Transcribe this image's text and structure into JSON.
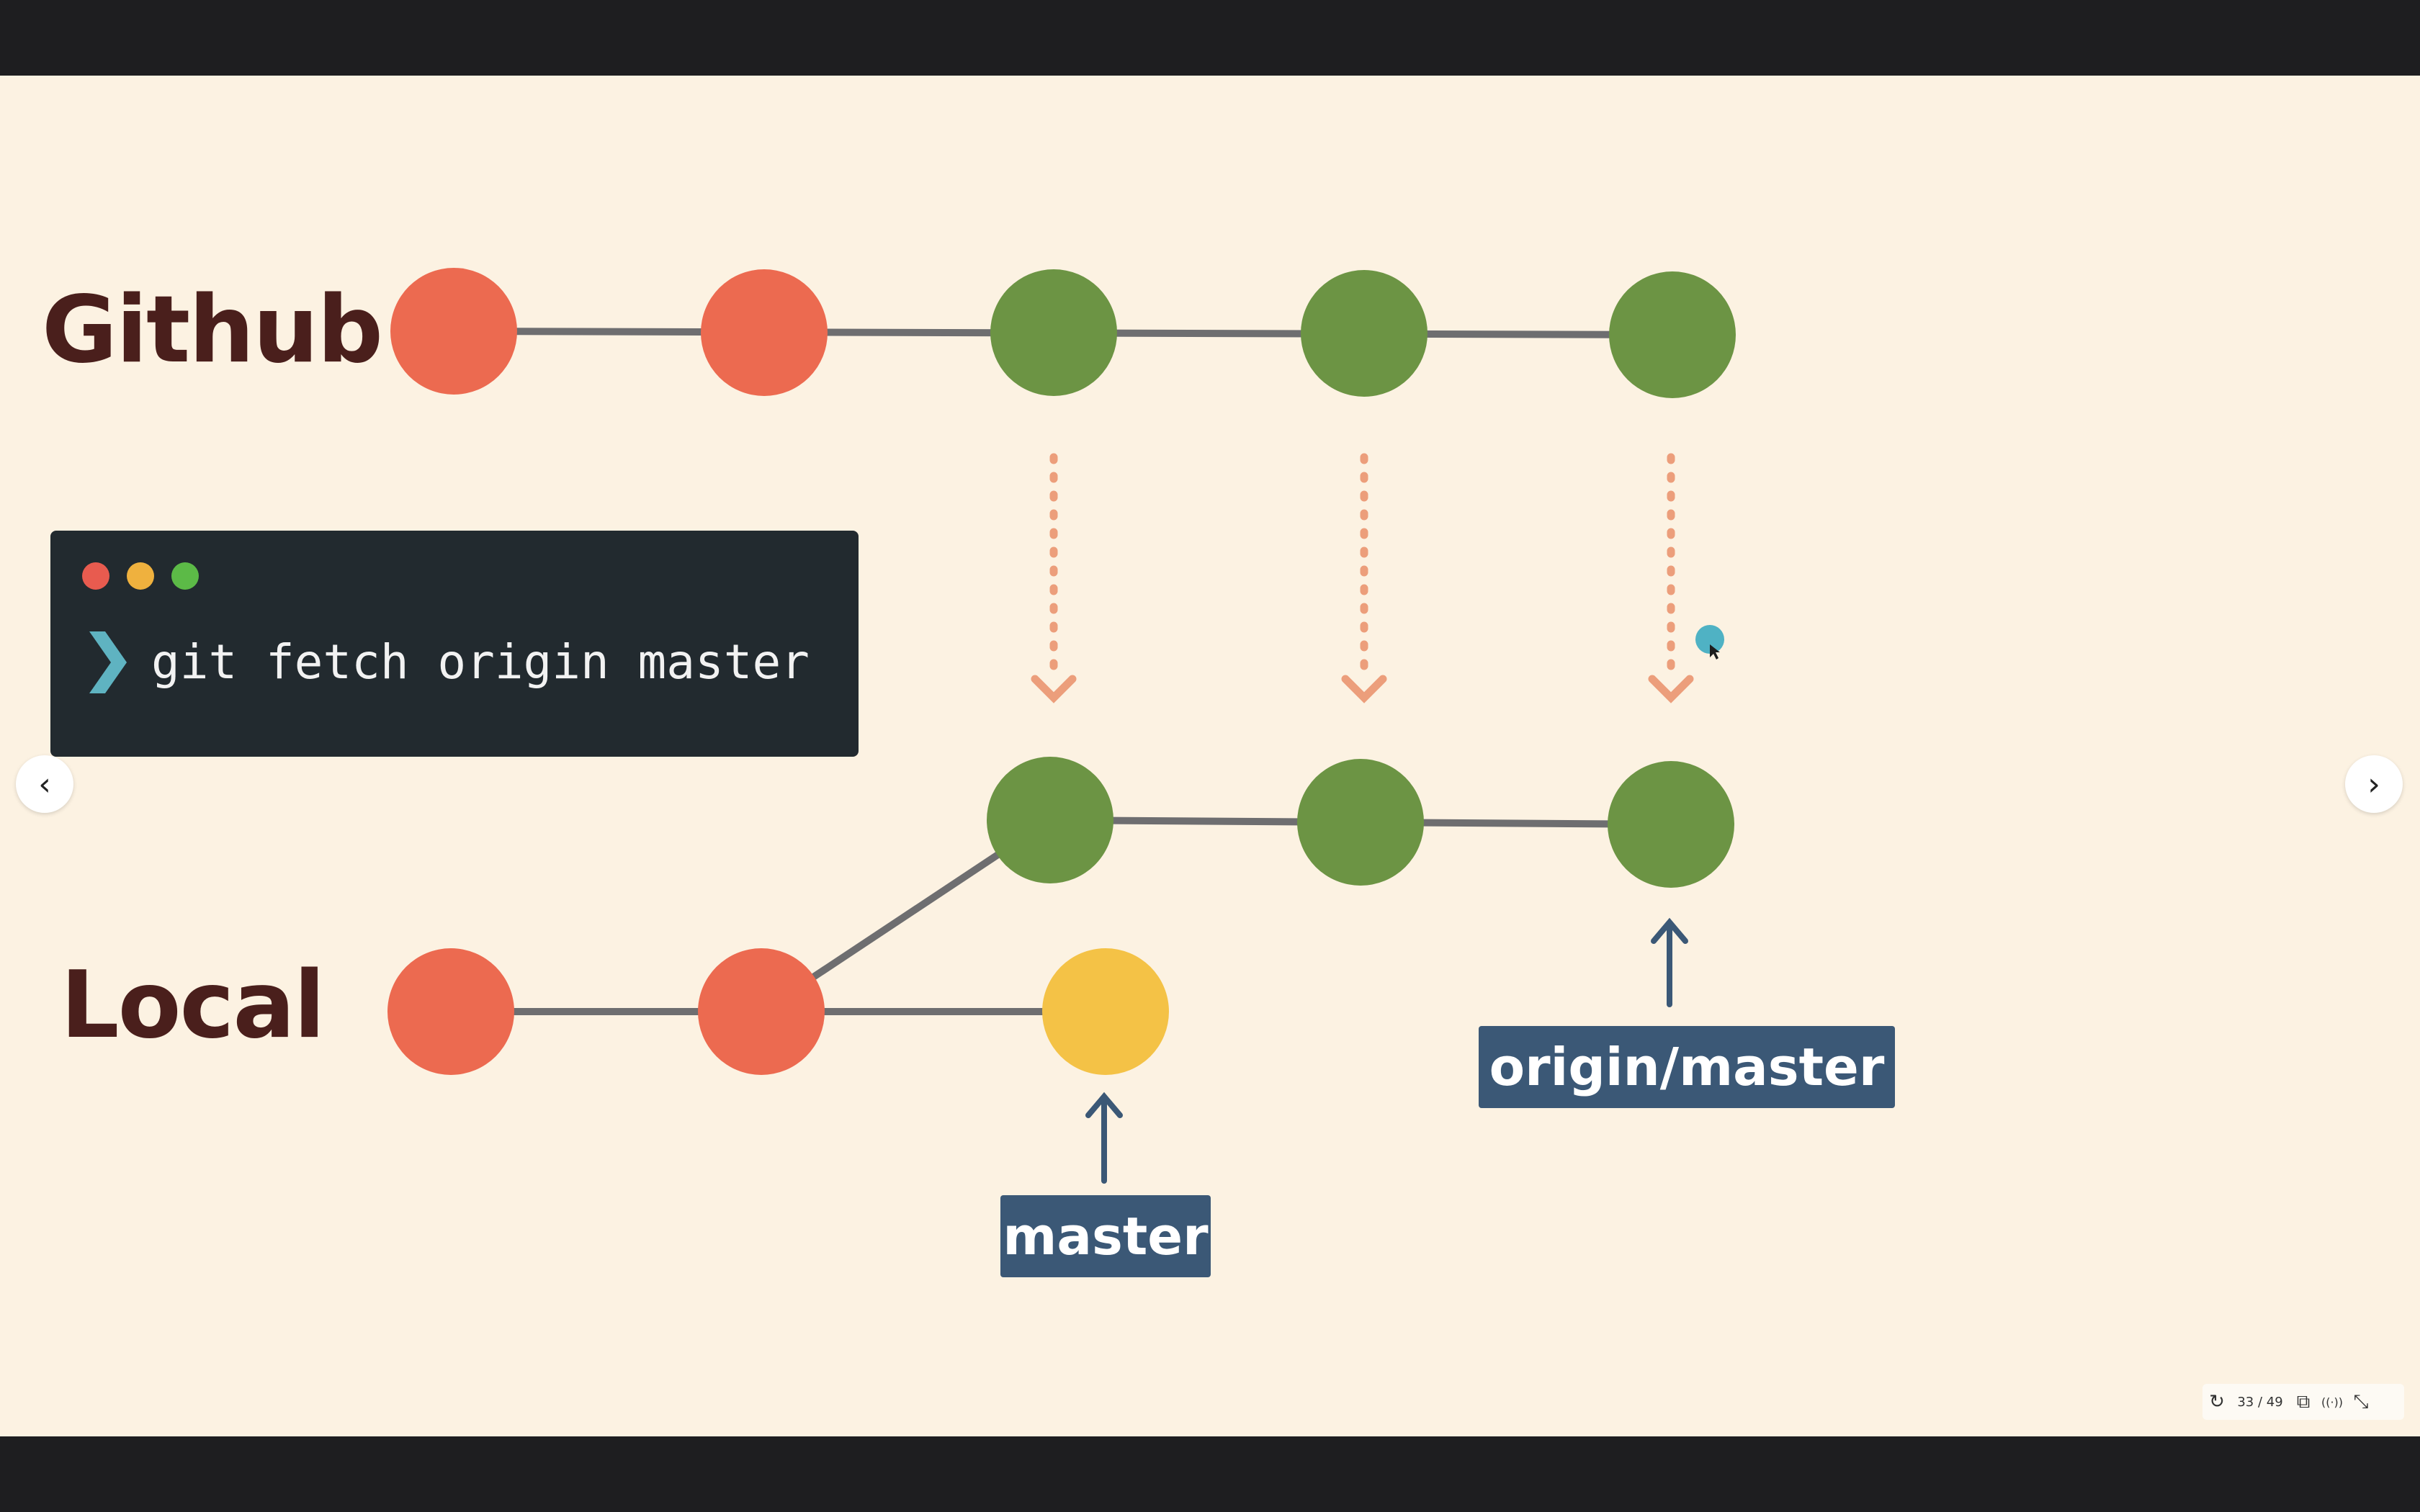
{
  "slide": {
    "remote_label": "Github",
    "local_label": "Local",
    "terminal": {
      "prompt_symbol": "❯",
      "command": "git fetch origin master"
    },
    "labels": {
      "master": "master",
      "origin_master": "origin/master"
    }
  },
  "colors": {
    "background": "#fcf2e2",
    "commit_red": "#ec6a50",
    "commit_green": "#6c9444",
    "commit_yellow": "#f4c246",
    "line": "#6e6e70",
    "arrow_orange": "#ec9e7b",
    "arrow_blue": "#3b5876",
    "label_bg": "#3b5876",
    "terminal_bg": "#222a2f",
    "title_color": "#4a1f1c"
  },
  "navigation": {
    "prev_icon": "‹",
    "next_icon": "›"
  },
  "controls": {
    "page_counter": "33 / 49",
    "replay_icon": "↻",
    "window_icon": "⧉",
    "broadcast_icon": "((·))",
    "collapse_icon": "⤡"
  }
}
